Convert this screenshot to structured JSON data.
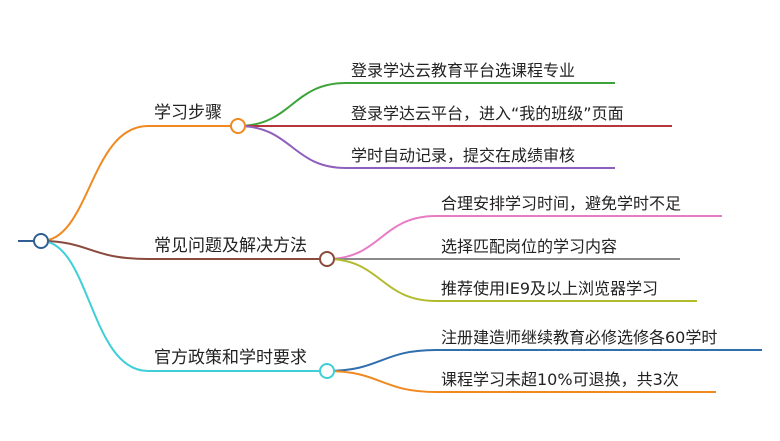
{
  "mindmap": {
    "branches": [
      {
        "label": "学习步骤",
        "color": "#f0891f",
        "leaves": [
          {
            "label": "登录学达云教育平台选课程专业",
            "color": "#3ea43a"
          },
          {
            "label": "登录学达云平台，进入“我的班级”页面",
            "color": "#b7363d"
          },
          {
            "label": "学时自动记录，提交在成绩审核",
            "color": "#8f5fbd"
          }
        ]
      },
      {
        "label": "常见问题及解决方法",
        "color": "#8a4a3c",
        "leaves": [
          {
            "label": "合理安排学习时间，避免学时不足",
            "color": "#e87bc4"
          },
          {
            "label": "选择匹配岗位的学习内容",
            "color": "#8a8a8a"
          },
          {
            "label": "推荐使用IE9及以上浏览器学习",
            "color": "#b2bb2c"
          }
        ]
      },
      {
        "label": "官方政策和学时要求",
        "color": "#3ecfd7",
        "leaves": [
          {
            "label": "注册建造师继续教育必修选修各60学时",
            "color": "#2f6fae"
          },
          {
            "label": "课程学习未超10%可退换，共3次",
            "color": "#f0891f"
          }
        ]
      }
    ],
    "root_color": "#2f5f93"
  }
}
